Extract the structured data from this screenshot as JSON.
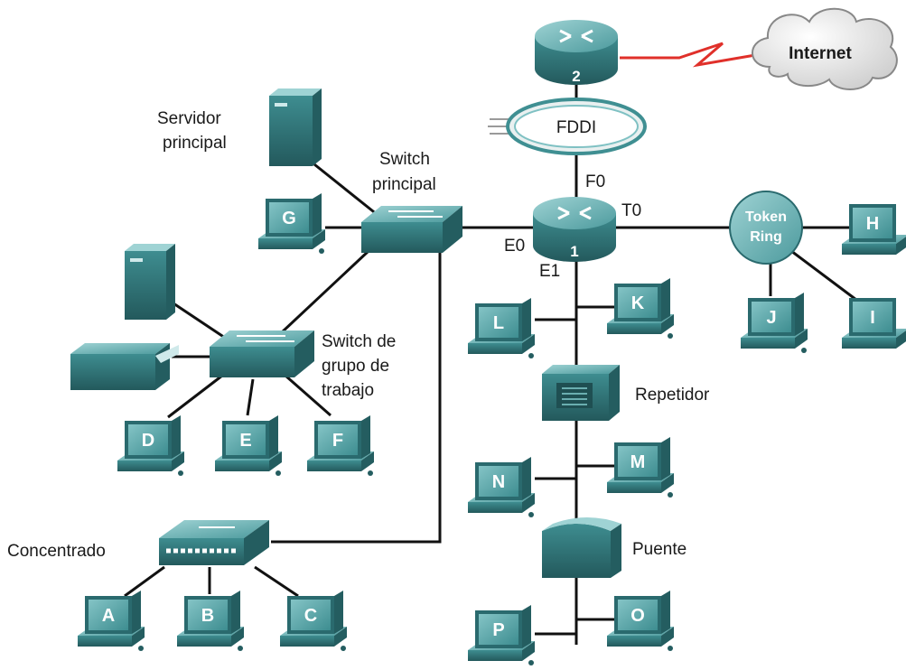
{
  "colors": {
    "device": "#3f8f92",
    "device_dark": "#2a6a6e",
    "device_light": "#7fc1c3",
    "link": "#111111",
    "wan_link": "#e0302a"
  },
  "labels": {
    "internet": "Internet",
    "fddi": "FDDI",
    "router2": "2",
    "router1": "1",
    "token_ring_line1": "Token",
    "token_ring_line2": "Ring",
    "main_server_line1": "Servidor",
    "main_server_line2": "principal",
    "main_switch_line1": "Switch",
    "main_switch_line2": "principal",
    "wg_switch_line1": "Switch de",
    "wg_switch_line2": "grupo de",
    "wg_switch_line3": "trabajo",
    "hub": "Concentrado",
    "repeater": "Repetidor",
    "bridge": "Puente",
    "port_f0": "F0",
    "port_t0": "T0",
    "port_e0": "E0",
    "port_e1": "E1"
  },
  "pcs": {
    "a": "A",
    "b": "B",
    "c": "C",
    "d": "D",
    "e": "E",
    "f": "F",
    "g": "G",
    "h": "H",
    "i": "I",
    "j": "J",
    "k": "K",
    "l": "L",
    "m": "M",
    "n": "N",
    "o": "O",
    "p": "P"
  }
}
